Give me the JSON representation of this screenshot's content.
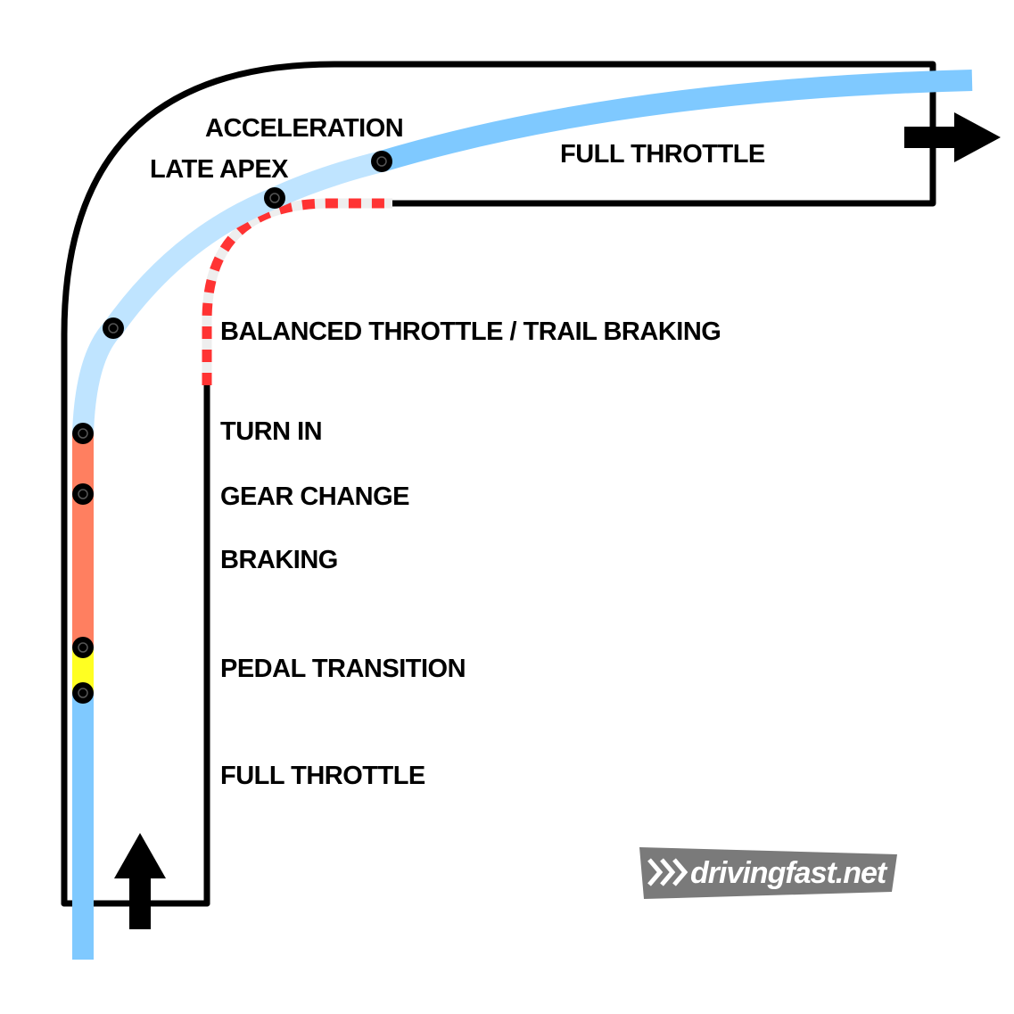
{
  "labels": {
    "acceleration": "ACCELERATION",
    "late_apex": "LATE APEX",
    "full_throttle_exit": "FULL THROTTLE",
    "balanced": "BALANCED THROTTLE / TRAIL BRAKING",
    "turn_in": "TURN IN",
    "gear_change": "GEAR CHANGE",
    "braking": "BRAKING",
    "pedal_transition": "PEDAL TRANSITION",
    "full_throttle_entry": "FULL THROTTLE"
  },
  "brand": {
    "text": "drivingfast.net"
  },
  "colors": {
    "track_edge": "#000000",
    "racing_line_throttle": "#7fc9ff",
    "racing_line_corner": "#bfe4ff",
    "braking_zone": "#ff7f60",
    "transition_zone": "#ffff22",
    "inside_kerb_red": "#ff3333",
    "inside_kerb_white": "#eeeeee",
    "brand_bg": "#7a7a7a",
    "brand_text": "#ffffff"
  },
  "icons": {
    "entry_direction": "arrow-up-icon",
    "exit_direction": "arrow-right-icon",
    "brand_chevrons": "chevron-right-icon",
    "markers": "target-dot-icon"
  }
}
